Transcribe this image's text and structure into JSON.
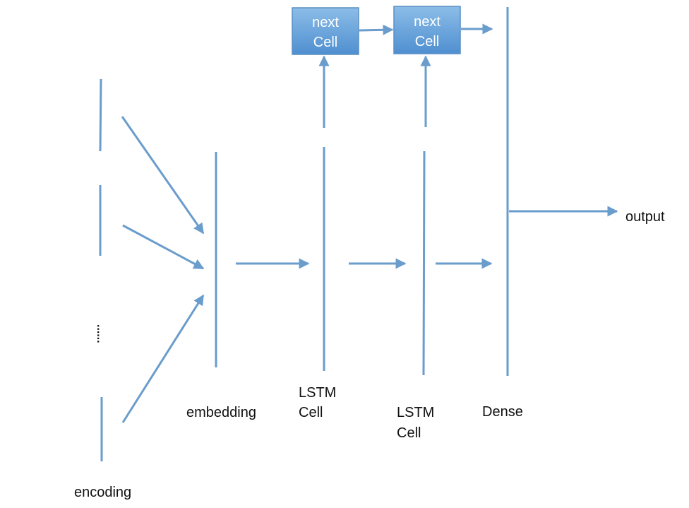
{
  "colors": {
    "line": "#6a9ccc",
    "box_fill_top": "#8cbde8",
    "box_fill_bottom": "#4f8fd0",
    "box_stroke": "#5a8fc4",
    "text": "#111111",
    "box_text": "#ffffff"
  },
  "labels": {
    "encoding": "encoding",
    "ellipsis": "......",
    "embedding": "embedding",
    "lstm1_line1": "LSTM",
    "lstm1_line2": "Cell",
    "lstm2_line1": "LSTM",
    "lstm2_line2": "Cell",
    "dense": "Dense",
    "output": "output"
  },
  "boxes": {
    "next_cell_1_line1": "next",
    "next_cell_1_line2": "Cell",
    "next_cell_2_line1": "next",
    "next_cell_2_line2": "Cell"
  }
}
